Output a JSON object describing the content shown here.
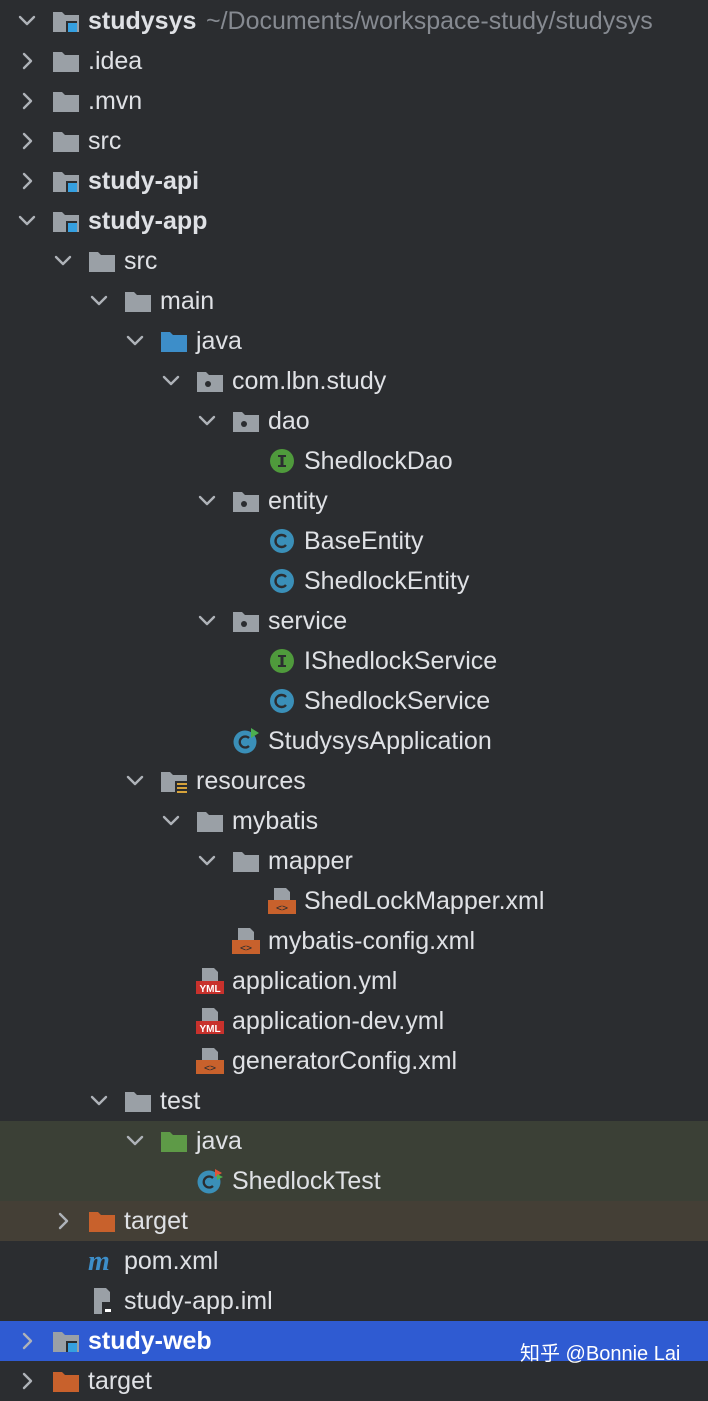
{
  "tree": {
    "rows": [
      {
        "label": "studysys",
        "path": "~/Documents/workspace-study/studysys",
        "arrow": "down",
        "icon": "module-folder-icon",
        "bold": true
      },
      {
        "label": ".idea",
        "arrow": "right",
        "icon": "folder-icon"
      },
      {
        "label": ".mvn",
        "arrow": "right",
        "icon": "folder-icon"
      },
      {
        "label": "src",
        "arrow": "right",
        "icon": "folder-icon"
      },
      {
        "label": "study-api",
        "arrow": "right",
        "icon": "module-folder-icon",
        "bold": true
      },
      {
        "label": "study-app",
        "arrow": "down",
        "icon": "module-folder-icon",
        "bold": true
      },
      {
        "label": "src",
        "arrow": "down",
        "icon": "folder-icon"
      },
      {
        "label": "main",
        "arrow": "down",
        "icon": "folder-icon"
      },
      {
        "label": "java",
        "arrow": "down",
        "icon": "source-folder-icon"
      },
      {
        "label": "com.lbn.study",
        "arrow": "down",
        "icon": "package-icon"
      },
      {
        "label": "dao",
        "arrow": "down",
        "icon": "package-icon"
      },
      {
        "label": "ShedlockDao",
        "icon": "interface-icon"
      },
      {
        "label": "entity",
        "arrow": "down",
        "icon": "package-icon"
      },
      {
        "label": "BaseEntity",
        "icon": "class-icon"
      },
      {
        "label": "ShedlockEntity",
        "icon": "class-icon"
      },
      {
        "label": "service",
        "arrow": "down",
        "icon": "package-icon"
      },
      {
        "label": "IShedlockService",
        "icon": "interface-icon"
      },
      {
        "label": "ShedlockService",
        "icon": "class-icon"
      },
      {
        "label": "StudysysApplication",
        "icon": "runnable-class-icon"
      },
      {
        "label": "resources",
        "arrow": "down",
        "icon": "resources-folder-icon"
      },
      {
        "label": "mybatis",
        "arrow": "down",
        "icon": "folder-icon"
      },
      {
        "label": "mapper",
        "arrow": "down",
        "icon": "folder-icon"
      },
      {
        "label": "ShedLockMapper.xml",
        "icon": "xml-file-icon"
      },
      {
        "label": "mybatis-config.xml",
        "icon": "xml-file-icon"
      },
      {
        "label": "application.yml",
        "icon": "yml-file-icon"
      },
      {
        "label": "application-dev.yml",
        "icon": "yml-file-icon"
      },
      {
        "label": "generatorConfig.xml",
        "icon": "xml-file-icon"
      },
      {
        "label": "test",
        "arrow": "down",
        "icon": "folder-icon"
      },
      {
        "label": "java",
        "arrow": "down",
        "icon": "test-folder-icon",
        "bg": "test"
      },
      {
        "label": "ShedlockTest",
        "icon": "test-class-icon",
        "bg": "test"
      },
      {
        "label": "target",
        "arrow": "right",
        "icon": "excluded-folder-icon",
        "bg": "excluded"
      },
      {
        "label": "pom.xml",
        "icon": "maven-icon"
      },
      {
        "label": "study-app.iml",
        "icon": "iml-file-icon"
      },
      {
        "label": "study-web",
        "arrow": "right",
        "icon": "module-folder-icon",
        "bold": true,
        "bg": "selected"
      },
      {
        "label": "target",
        "arrow": "right",
        "icon": "excluded-folder-icon"
      }
    ]
  },
  "watermark": "知乎 @Bonnie Lai",
  "colors": {
    "background": "#2b2d30",
    "selected": "#2f5bd2",
    "test_bg": "#3b4036",
    "excluded_bg": "#443f36",
    "folder": "#9aa0a6",
    "source_folder": "#3d8ec9",
    "test_folder": "#5e9a47",
    "excluded_folder": "#c8612c",
    "class": "#3a8fb8",
    "interface": "#4f9a3c"
  }
}
